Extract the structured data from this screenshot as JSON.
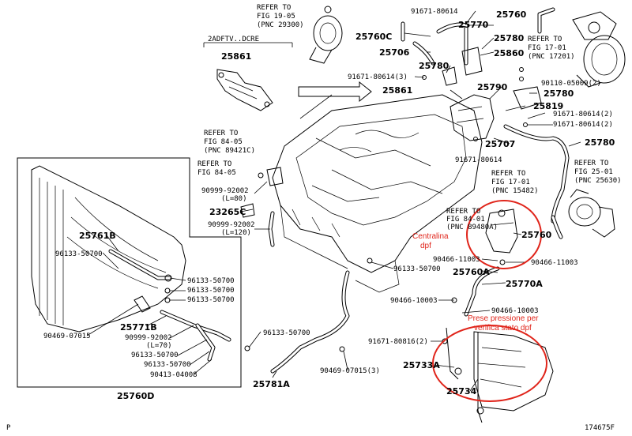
{
  "diagram": {
    "figure_number": "174675F",
    "corner_mark": "P",
    "header_code": "2ADFTV..DCRE",
    "refs": {
      "r1": [
        "REFER TO",
        "FIG 19-05",
        "(PNC 29300)"
      ],
      "r2": [
        "REFER TO",
        "FIG 17-01",
        "(PNC 17201)"
      ],
      "r3": [
        "REFER TO",
        "FIG 84-05",
        "(PNC 89421C)"
      ],
      "r4": [
        "REFER TO",
        "FIG 84-05"
      ],
      "r5": [
        "REFER TO",
        "FIG 17-01",
        "(PNC 15482)"
      ],
      "r6": [
        "REFER TO",
        "FIG 25-01",
        "(PNC 25630)"
      ],
      "r7": [
        "REFER TO",
        "FIG 84-01",
        "(PNC 89480A)"
      ]
    },
    "parts": {
      "p25760_top": "25760",
      "p25760C": "25760C",
      "p25770": "25770",
      "p25780_a": "25780",
      "p25706": "25706",
      "p25860": "25860",
      "p25780_b": "25780",
      "p25861_a": "25861",
      "p25861_b": "25861",
      "p25790": "25790",
      "p25780_c": "25780",
      "p25819": "25819",
      "p25707": "25707",
      "p25780_d": "25780",
      "p25760_mid": "25760",
      "p25760A": "25760A",
      "p25770A": "25770A",
      "p25733A": "25733A",
      "p25734": "25734",
      "p25781A": "25781A",
      "p23265C": "23265C",
      "p25761B": "25761B",
      "p25771B": "25771B",
      "p25760D": "25760D"
    },
    "codes": {
      "c1": "91671-80614",
      "c2": "91671-80614(3)",
      "c3": "90110-05009(2)",
      "c4": "91671-80614(2)",
      "c5": "91671-80614(2)",
      "c6": "91671-80614",
      "c7": "90999-92002",
      "c7b": "(L=80)",
      "c8": "90999-92002",
      "c8b": "(L=120)",
      "c9": "90466-11003",
      "c10": "90466-11003",
      "c11": "96133-50700",
      "c12": "90466-10003",
      "c13": "90466-10003",
      "c14": "91671-80816(2)",
      "c15": "96133-50700",
      "c16": "90469-07015(3)",
      "c17": "96133-50700",
      "c18": "96133-50700",
      "c19": "96133-50700",
      "c20": "96133-50700",
      "c21": "90469-07015",
      "c22": "90999-92002",
      "c22b": "(L=70)",
      "c23": "96133-50700",
      "c24": "96133-50700",
      "c25": "90413-04008"
    },
    "annotations": {
      "centralina": [
        "Centralina",
        "dpf"
      ],
      "prese": [
        "Prese pressione per",
        "verifica stato dpf"
      ]
    },
    "colors": {
      "annotation": "#e0251b",
      "ink": "#000000",
      "paper": "#ffffff"
    }
  }
}
